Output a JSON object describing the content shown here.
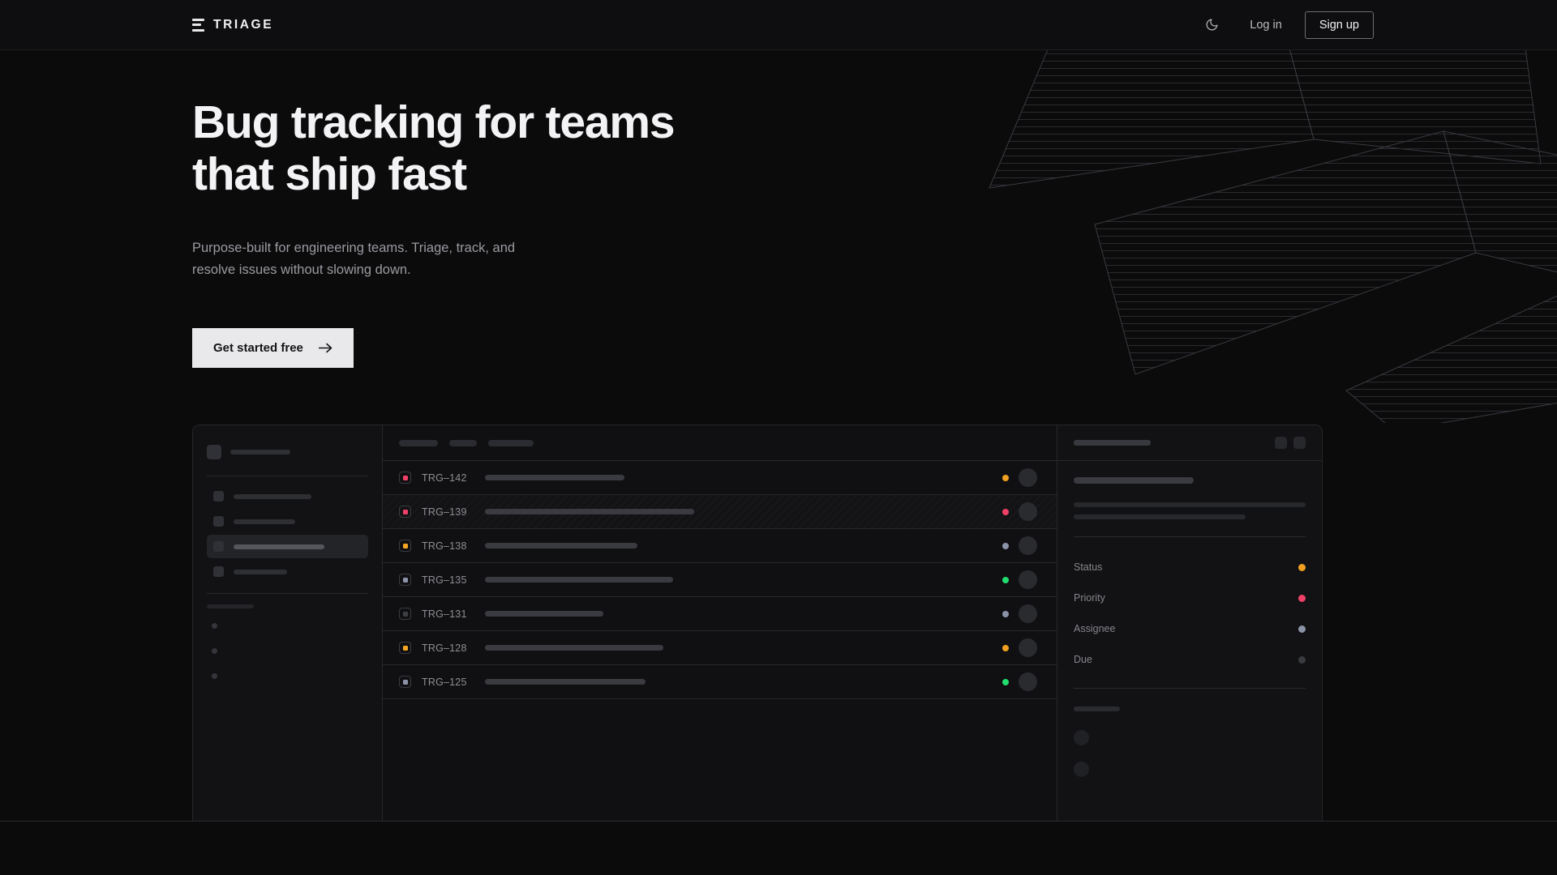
{
  "header": {
    "logo_text": "TRIAGE",
    "logo_icon": "stacked-bars-icon",
    "theme_toggle_icon": "moon-icon",
    "login_label": "Log in",
    "signup_label": "Sign up"
  },
  "hero": {
    "heading_line1": "Bug tracking for teams",
    "heading_line2": "that ship fast",
    "subtitle_line1": "Purpose-built for engineering teams. Triage, track, and",
    "subtitle_line2": "resolve issues without slowing down.",
    "cta_label": "Get started free",
    "cta_icon": "arrow-right-icon"
  },
  "app_preview": {
    "sidebar": {
      "workspace_skeleton_width": 74,
      "nav_items": [
        {
          "label_width": 96,
          "active": false
        },
        {
          "label_width": 76,
          "active": false
        },
        {
          "label_width": 112,
          "active": true
        },
        {
          "label_width": 66,
          "active": false
        }
      ],
      "section_label_width": 58,
      "sub_dots": 3
    },
    "list": {
      "filter_chips": [
        48,
        34,
        56
      ],
      "rows": [
        {
          "key": "TRG–142",
          "priority_color": "#ef4068",
          "title_width": 172,
          "status_color": "#f0a020",
          "hatched": false
        },
        {
          "key": "TRG–139",
          "priority_color": "#ef4068",
          "title_width": 258,
          "status_color": "#ef4068",
          "hatched": true
        },
        {
          "key": "TRG–138",
          "priority_color": "#f5a623",
          "title_width": 188,
          "status_color": "#8b93a8",
          "hatched": false
        },
        {
          "key": "TRG–135",
          "priority_color": "#8b93a8",
          "title_width": 232,
          "status_color": "#22dd6e",
          "hatched": false
        },
        {
          "key": "TRG–131",
          "priority_color": "#3e3f45",
          "title_width": 146,
          "status_color": "#8b93a8",
          "hatched": false
        },
        {
          "key": "TRG–128",
          "priority_color": "#f5a623",
          "title_width": 220,
          "status_color": "#f0a020",
          "hatched": false
        },
        {
          "key": "TRG–125",
          "priority_color": "#8b93a8",
          "title_width": 198,
          "status_color": "#22dd6e",
          "hatched": false
        }
      ]
    },
    "detail": {
      "header_skeleton_width": 95,
      "header_buttons": 2,
      "title_skeleton_width": 148,
      "body_line_widths": [
        286,
        212
      ],
      "meta": [
        {
          "label": "Status",
          "color": "#f0a020"
        },
        {
          "label": "Priority",
          "color": "#ef4068"
        },
        {
          "label": "Assignee",
          "color": "#8b93a8"
        },
        {
          "label": "Due",
          "color": "#3a3b40"
        }
      ],
      "activity_label_width": 57,
      "activity_avatars": 2
    }
  },
  "theme": {
    "background": "#0b0b0c",
    "surface": "#101012",
    "border": "#26272b",
    "text_primary": "#f3f3f5",
    "text_muted": "#9a9aa0",
    "accent_orange": "#f0a020",
    "accent_pink": "#ef4068",
    "accent_green": "#22dd6e",
    "accent_slate": "#8b93a8",
    "cta_background": "#e9e9eb"
  }
}
